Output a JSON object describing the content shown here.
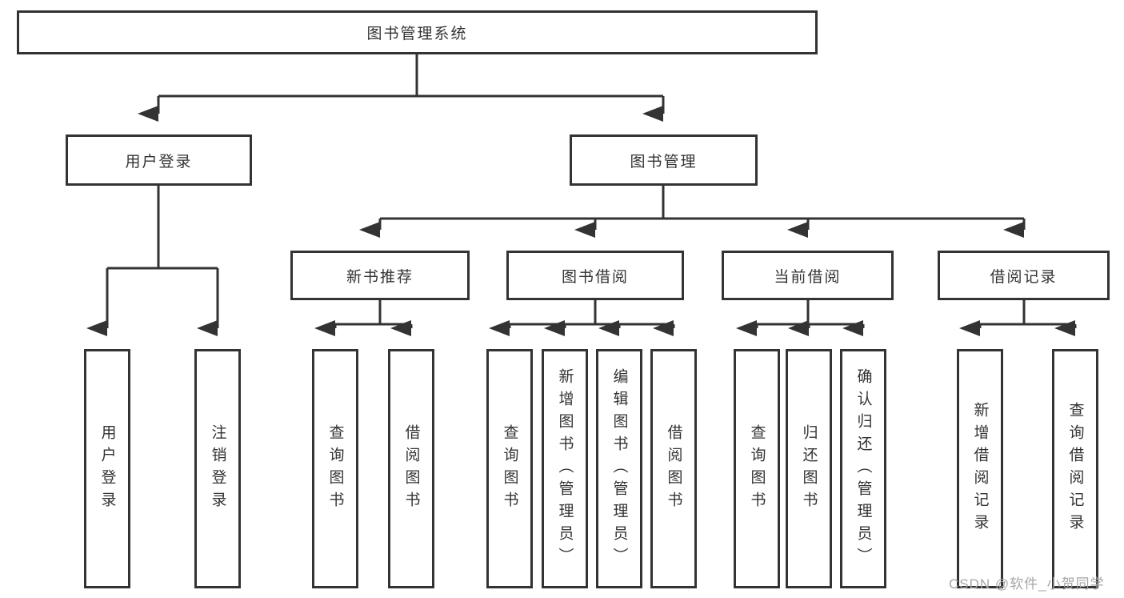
{
  "nodes": {
    "root": "图书管理系统",
    "level2": [
      "用户登录",
      "图书管理"
    ],
    "level3": [
      "新书推荐",
      "图书借阅",
      "当前借阅",
      "借阅记录"
    ],
    "leaves_login": [
      "用户登录",
      "注销登录"
    ],
    "leaves_newbook": [
      "查询图书",
      "借阅图书"
    ],
    "leaves_borrow": [
      "查询图书",
      "新增图书（管理员）",
      "编辑图书（管理员）",
      "借阅图书"
    ],
    "leaves_current": [
      "查询图书",
      "归还图书",
      "确认归还（管理员）"
    ],
    "leaves_records": [
      "新增借阅记录",
      "查询借阅记录"
    ]
  },
  "colors": {
    "line": "#333333",
    "text": "#333333",
    "watermark": "#a6a6a6"
  },
  "watermark": "CSDN @软件_小贺同学"
}
